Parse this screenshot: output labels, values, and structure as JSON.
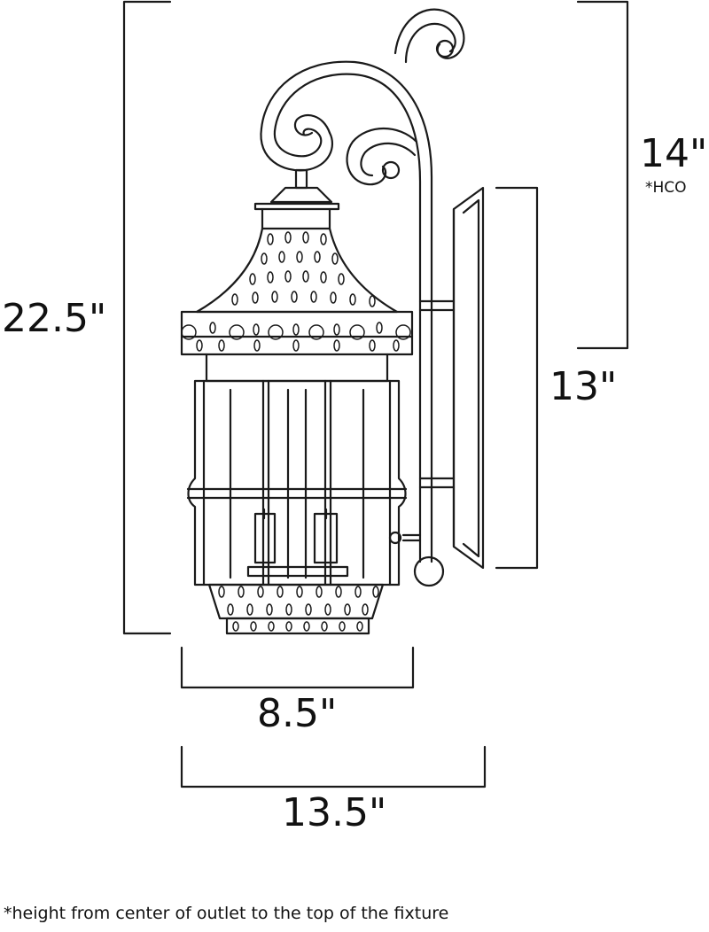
{
  "dimensions": {
    "total_height": "22.5\"",
    "hco": "14\"",
    "hco_note": "*HCO",
    "backplate_height": "13\"",
    "width": "8.5\"",
    "extension": "13.5\""
  },
  "footnote": "*height from center of outlet to the top of the fixture",
  "colors": {
    "line": "#1a1a1a",
    "background": "#ffffff"
  }
}
